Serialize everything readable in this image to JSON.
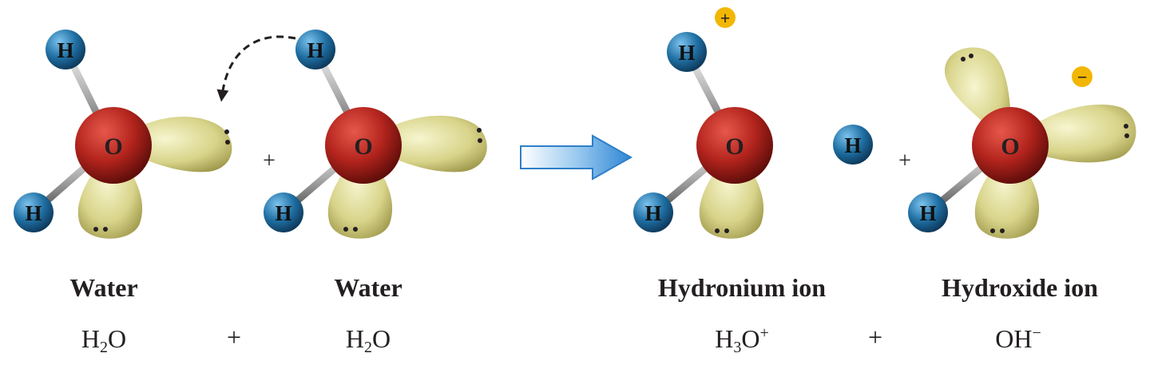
{
  "molecules": [
    {
      "name": "Water",
      "formula_main": "H",
      "formula_sub": "2",
      "formula_tail": "O",
      "formula_sup": ""
    },
    {
      "name": "Water",
      "formula_main": "H",
      "formula_sub": "2",
      "formula_tail": "O",
      "formula_sup": ""
    },
    {
      "name": "Hydronium ion",
      "formula_main": "H",
      "formula_sub": "3",
      "formula_tail": "O",
      "formula_sup": "+"
    },
    {
      "name": "Hydroxide ion",
      "formula_main": "OH",
      "formula_sub": "",
      "formula_tail": "",
      "formula_sup": "−"
    }
  ],
  "plus_sign": "+",
  "atom_labels": {
    "oxygen": "O",
    "hydrogen": "H"
  },
  "charges": {
    "positive": "+",
    "negative": "−"
  },
  "colors": {
    "oxygen": "#b3241d",
    "hydrogen": "#1f6fa3",
    "lone_pair": "#d8d48a",
    "arrow": "#3a8fd6",
    "charge_badge": "#f2b705"
  }
}
